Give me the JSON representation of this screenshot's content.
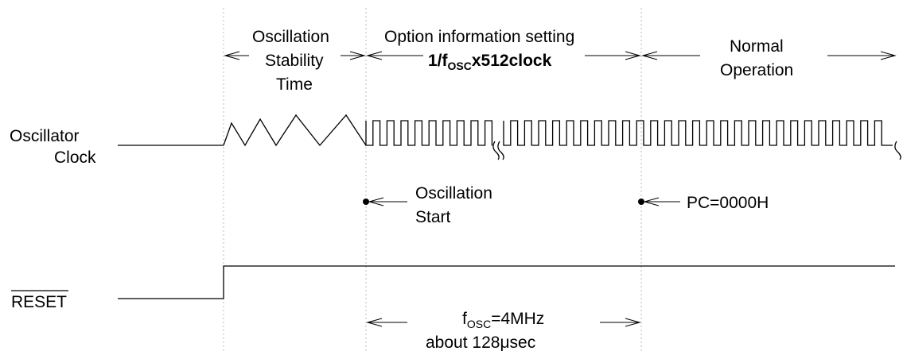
{
  "phases": {
    "stability": {
      "line1": "Oscillation",
      "line2": "Stability",
      "line3": "Time"
    },
    "option": {
      "title": "Option information setting",
      "formula_prefix": "1/f",
      "formula_sub": "OSC",
      "formula_suffix": "x512clock"
    },
    "normal": {
      "line1": "Normal",
      "line2": "Operation"
    }
  },
  "signals": {
    "oscillator": {
      "line1": "Oscillator",
      "line2": "Clock"
    },
    "reset": {
      "label": "RESET",
      "overline": true
    }
  },
  "markers": {
    "osc_start": {
      "line1": "Oscillation",
      "line2": "Start"
    },
    "pc": {
      "label": "PC=0000H"
    }
  },
  "timing": {
    "fosc_prefix": "f",
    "fosc_sub": "OSC",
    "fosc_suffix": "=4MHz",
    "duration_prefix": "about 128",
    "duration_mu": "μ",
    "duration_suffix": "sec"
  }
}
